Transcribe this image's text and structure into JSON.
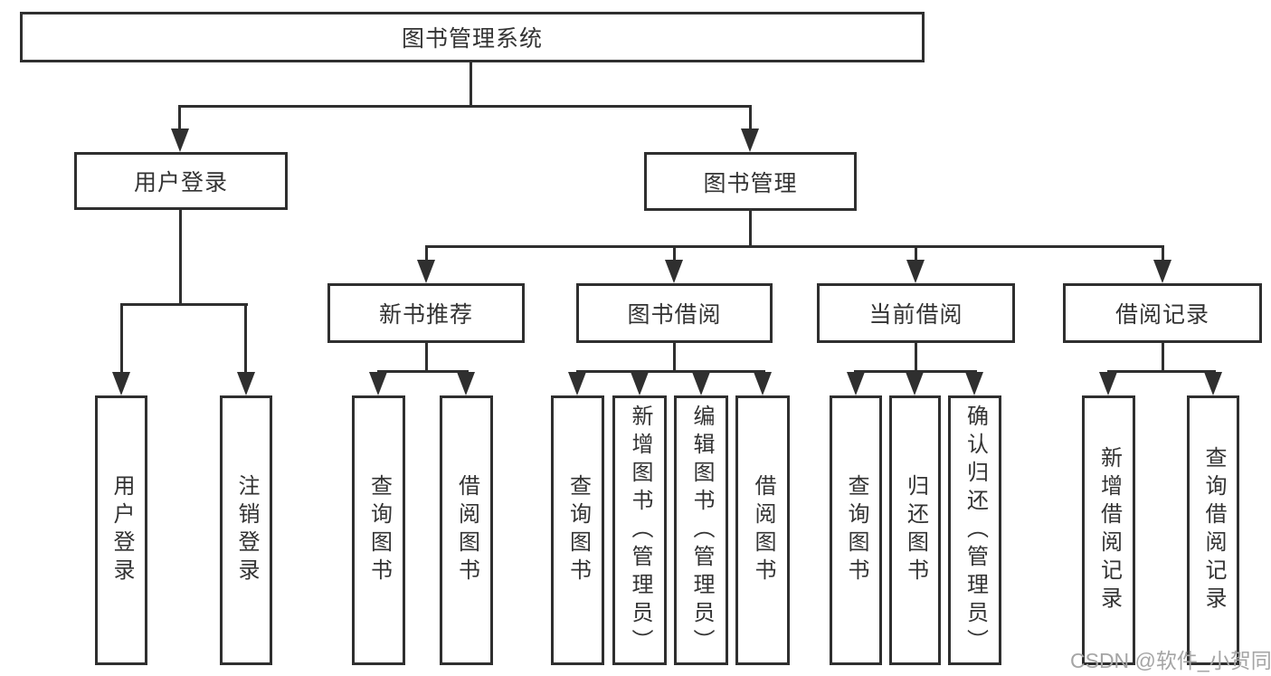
{
  "tree": {
    "label": "图书管理系统",
    "children": [
      {
        "label": "用户登录",
        "children": [
          {
            "label": "用户登录"
          },
          {
            "label": "注销登录"
          }
        ]
      },
      {
        "label": "图书管理",
        "children": [
          {
            "label": "新书推荐",
            "children": [
              {
                "label": "查询图书"
              },
              {
                "label": "借阅图书"
              }
            ]
          },
          {
            "label": "图书借阅",
            "children": [
              {
                "label": "查询图书"
              },
              {
                "label": "新增图书（管理员）"
              },
              {
                "label": "编辑图书（管理员）"
              },
              {
                "label": "借阅图书"
              }
            ]
          },
          {
            "label": "当前借阅",
            "children": [
              {
                "label": "查询图书"
              },
              {
                "label": "归还图书"
              },
              {
                "label": "确认归还（管理员）"
              }
            ]
          },
          {
            "label": "借阅记录",
            "children": [
              {
                "label": "新增借阅记录"
              },
              {
                "label": "查询借阅记录"
              }
            ]
          }
        ]
      }
    ]
  },
  "watermark": {
    "text": "CSDN @软件_小贺同学"
  },
  "colors": {
    "line": "#2f2f2f",
    "box_border": "#2f2f2f",
    "box_fill": "#ffffff",
    "text": "#333333",
    "watermark": "#a5a5a5",
    "background": "#ffffff"
  }
}
